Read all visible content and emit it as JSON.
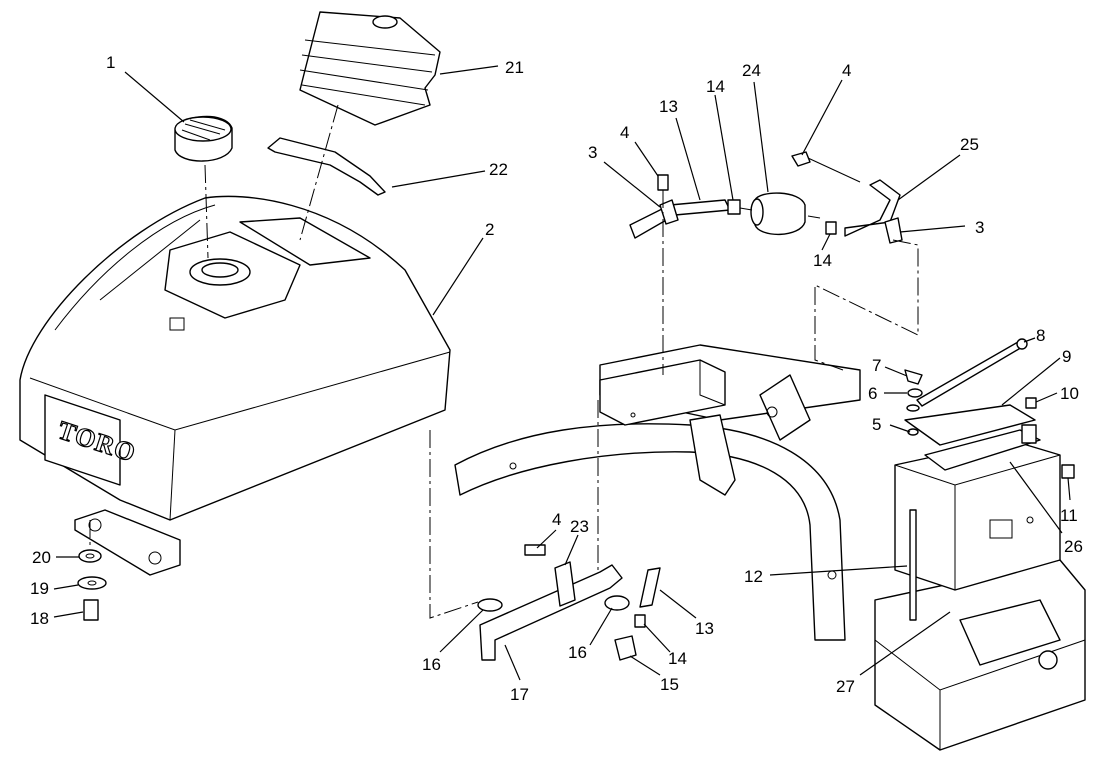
{
  "diagram": {
    "logo_text": "TORO",
    "callouts": [
      {
        "id": "c1",
        "text": "1"
      },
      {
        "id": "c2",
        "text": "2"
      },
      {
        "id": "c3a",
        "text": "3"
      },
      {
        "id": "c3b",
        "text": "3"
      },
      {
        "id": "c4a",
        "text": "4"
      },
      {
        "id": "c4b",
        "text": "4"
      },
      {
        "id": "c4c",
        "text": "4"
      },
      {
        "id": "c5",
        "text": "5"
      },
      {
        "id": "c6",
        "text": "6"
      },
      {
        "id": "c7",
        "text": "7"
      },
      {
        "id": "c8",
        "text": "8"
      },
      {
        "id": "c9",
        "text": "9"
      },
      {
        "id": "c10",
        "text": "10"
      },
      {
        "id": "c11",
        "text": "11"
      },
      {
        "id": "c12",
        "text": "12"
      },
      {
        "id": "c13a",
        "text": "13"
      },
      {
        "id": "c13b",
        "text": "13"
      },
      {
        "id": "c14a",
        "text": "14"
      },
      {
        "id": "c14b",
        "text": "14"
      },
      {
        "id": "c14c",
        "text": "14"
      },
      {
        "id": "c15",
        "text": "15"
      },
      {
        "id": "c16a",
        "text": "16"
      },
      {
        "id": "c16b",
        "text": "16"
      },
      {
        "id": "c17",
        "text": "17"
      },
      {
        "id": "c18",
        "text": "18"
      },
      {
        "id": "c19",
        "text": "19"
      },
      {
        "id": "c20",
        "text": "20"
      },
      {
        "id": "c21",
        "text": "21"
      },
      {
        "id": "c22",
        "text": "22"
      },
      {
        "id": "c23",
        "text": "23"
      },
      {
        "id": "c24",
        "text": "24"
      },
      {
        "id": "c25",
        "text": "25"
      },
      {
        "id": "c26",
        "text": "26"
      },
      {
        "id": "c27",
        "text": "27"
      }
    ]
  }
}
